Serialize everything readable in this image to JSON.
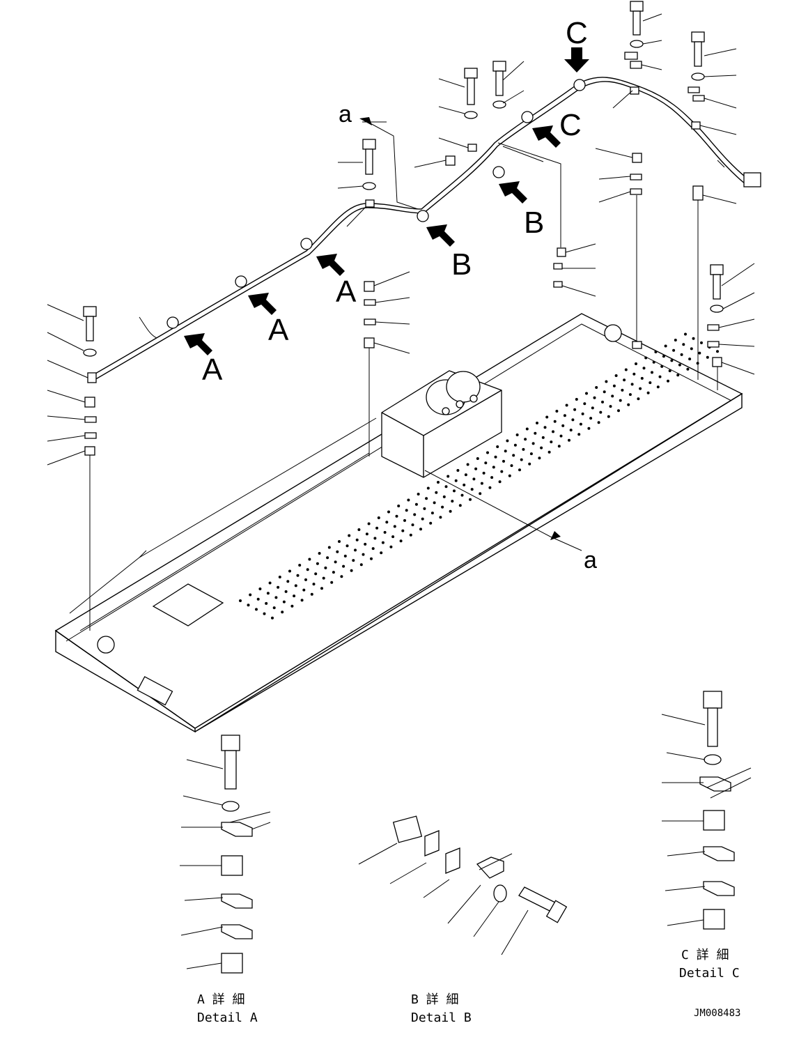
{
  "callouts": {
    "a_top": "a",
    "a_bottom": "a",
    "A1": "A",
    "A2": "A",
    "A3": "A",
    "B1": "B",
    "B2": "B",
    "C1": "C",
    "C2": "C"
  },
  "details": {
    "A": {
      "jp": "A 詳 細",
      "en": "Detail A"
    },
    "B": {
      "jp": "B 詳 細",
      "en": "Detail B"
    },
    "C": {
      "jp": "C 詳 細",
      "en": "Detail C"
    }
  },
  "drawing_number": "JM008483"
}
